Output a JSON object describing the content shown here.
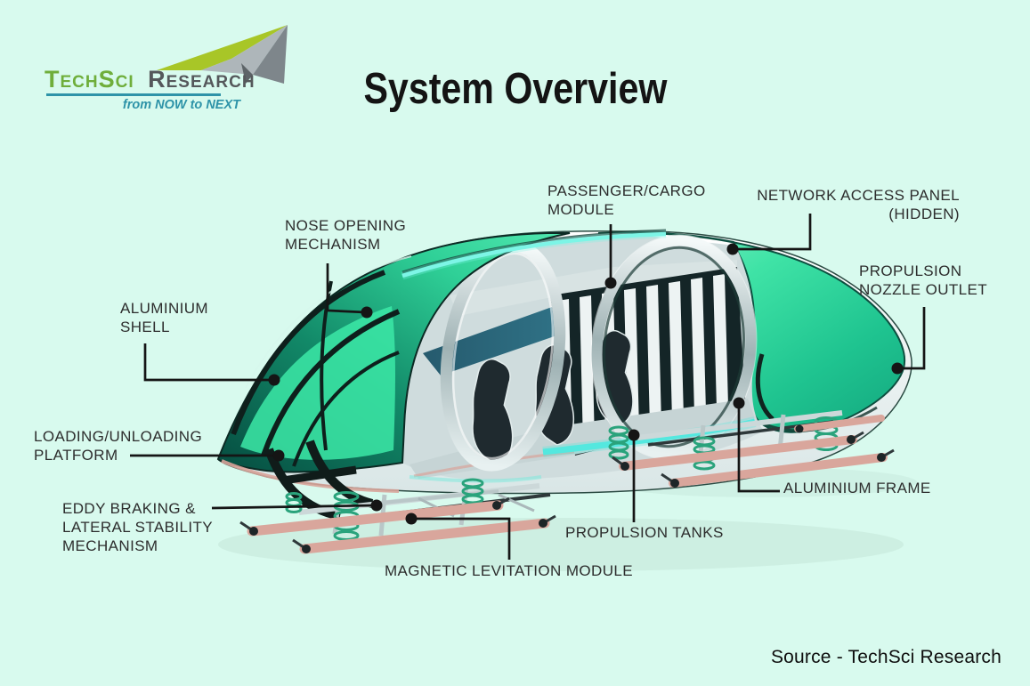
{
  "page": {
    "background_color": "#d8faee"
  },
  "logo": {
    "brand": "TechSci",
    "brand2": "Research",
    "tagline": "from NOW to NEXT",
    "brand_color": "#6fae3b",
    "brand2_color": "#55585b",
    "tagline_color": "#2e93a8",
    "plane_color": "#a8c627"
  },
  "header": {
    "title": "System Overview",
    "title_color": "#141414"
  },
  "footer": {
    "source": "Source - TechSci Research"
  },
  "diagram": {
    "subject": "Hyperloop pod cutaway illustration",
    "labels": [
      {
        "id": "nose-opening-mechanism",
        "text": "NOSE OPENING\nMECHANISM"
      },
      {
        "id": "passenger-cargo-module",
        "text": "PASSENGER/CARGO\nMODULE"
      },
      {
        "id": "network-access-panel",
        "text": "NETWORK ACCESS PANEL\n(HIDDEN)"
      },
      {
        "id": "propulsion-nozzle-outlet",
        "text": "PROPULSION\nNOZZLE OUTLET"
      },
      {
        "id": "aluminium-shell",
        "text": "ALUMINIUM\nSHELL"
      },
      {
        "id": "loading-unloading-platform",
        "text": "LOADING/UNLOADING\nPLATFORM"
      },
      {
        "id": "eddy-braking-mechanism",
        "text": "EDDY BRAKING &\nLATERAL STABILITY\nMECHANISM"
      },
      {
        "id": "magnetic-levitation-module",
        "text": "MAGNETIC LEVITATION MODULE"
      },
      {
        "id": "propulsion-tanks",
        "text": "PROPULSION TANKS"
      },
      {
        "id": "aluminium-frame",
        "text": "ALUMINIUM FRAME"
      }
    ],
    "colors": {
      "pod_green": "#35e0a2",
      "pod_dark_teal": "#0d6b58",
      "glow_cyan": "#6ff2e4",
      "interior_gray": "#dde8e9",
      "seat_dark": "#1f2a2f",
      "skid_pink": "#d9a69c",
      "spring_green": "#2aa37c",
      "callout_line": "#151515"
    }
  }
}
